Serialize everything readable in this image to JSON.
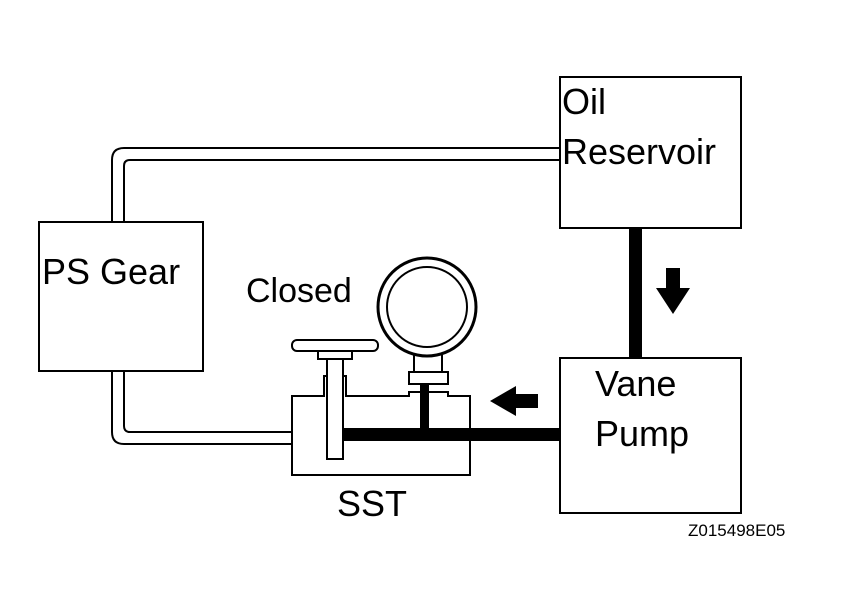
{
  "labels": {
    "oil_reservoir_line1": "Oil",
    "oil_reservoir_line2": "Reservoir",
    "ps_gear": "PS Gear",
    "closed": "Closed",
    "vane_pump_line1": "Vane",
    "vane_pump_line2": "Pump",
    "sst": "SST",
    "figure_code": "Z015498E05"
  },
  "colors": {
    "line": "#000000",
    "background": "#ffffff"
  }
}
